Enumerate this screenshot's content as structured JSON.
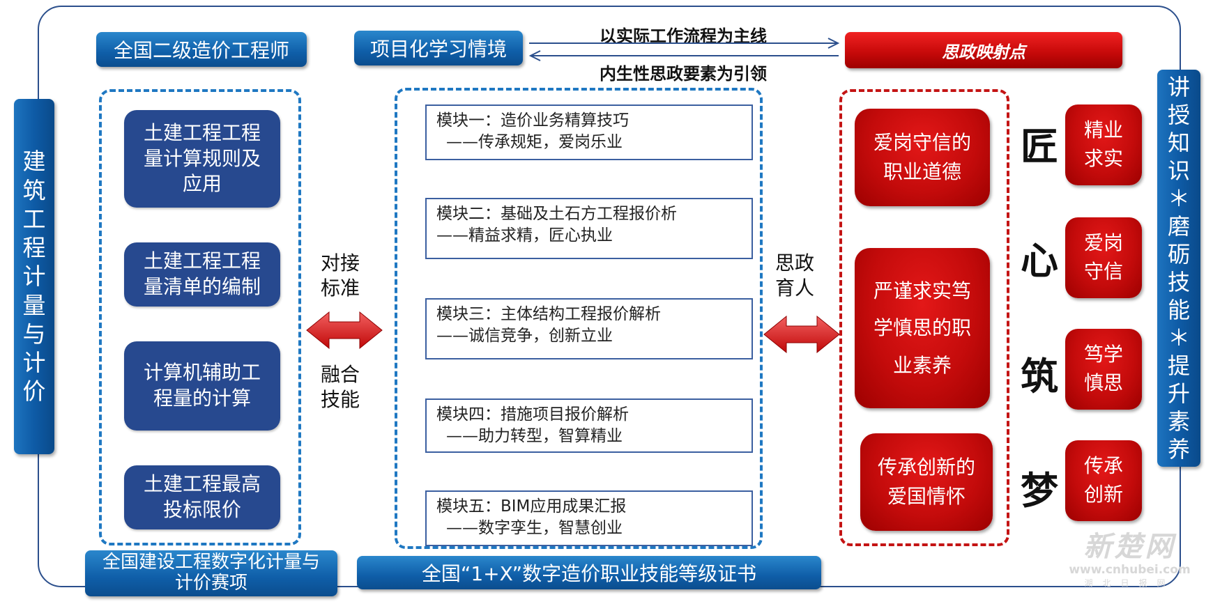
{
  "left_bar": "建筑工程计量与计价",
  "right_bar": "讲授知识＊磨砺技能＊提升素养",
  "headers": {
    "top_left": "全国二级造价工程师",
    "top_center": "项目化学习情境",
    "top_right": "思政映射点",
    "bottom_left": "全国建设工程数字化计量与计价赛项",
    "bottom_center": "全国“1+X”数字造价职业技能等级证书"
  },
  "flow": {
    "top": "以实际工作流程为主线",
    "bottom": "内生性思政要素为引领"
  },
  "left_items": [
    "土建工程工程量计算规则及应用",
    "土建工程工程量清单的编制",
    "计算机辅助工程量的计算",
    "土建工程最高投标限价"
  ],
  "connector_left": {
    "top": "对接标准",
    "bottom": "融合技能"
  },
  "connector_right": {
    "top": "思政育人"
  },
  "modules": [
    {
      "title": "模块一：造价业务精算技巧",
      "sub": "——传承规矩，爱岗乐业"
    },
    {
      "title": "模块二：基础及土石方工程报价析",
      "sub": "——精益求精，匠心执业"
    },
    {
      "title": "模块三：主体结构工程报价解析",
      "sub": "——诚信竞争，创新立业"
    },
    {
      "title": "模块四：措施项目报价解析",
      "sub": "——助力转型，智算精业"
    },
    {
      "title": "模块五：BIM应用成果汇报",
      "sub": "——数字孪生，智慧创业"
    }
  ],
  "ideology_items": [
    "爱岗守信的职业道德",
    "严谨求实笃学慎思的职业素养",
    "传承创新的爱国情怀"
  ],
  "calligraphy": [
    "匠",
    "心",
    "筑",
    "梦"
  ],
  "values": [
    "精业求实",
    "爱岗守信",
    "笃学慎思",
    "传承创新"
  ],
  "watermark": {
    "name": "新楚网",
    "url": "www.cnhubei.com",
    "sub": "湖北日报网"
  },
  "colors": {
    "blue": "#0f5ea8",
    "navy": "#27498f",
    "red": "#c80a0a"
  }
}
